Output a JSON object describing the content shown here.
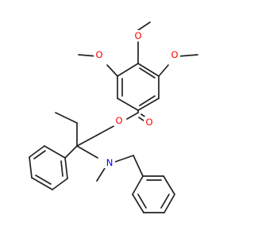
{
  "colors": {
    "background": "#ffffff",
    "bond": "#222222",
    "oxygen": "#ff0000",
    "nitrogen": "#0000ff"
  },
  "atoms": {
    "o_methoxy_top": "O",
    "o_methoxy_left": "O",
    "o_methoxy_right": "O",
    "o_ester_single": "O",
    "o_ester_carbonyl": "O",
    "n_amine": "N"
  }
}
